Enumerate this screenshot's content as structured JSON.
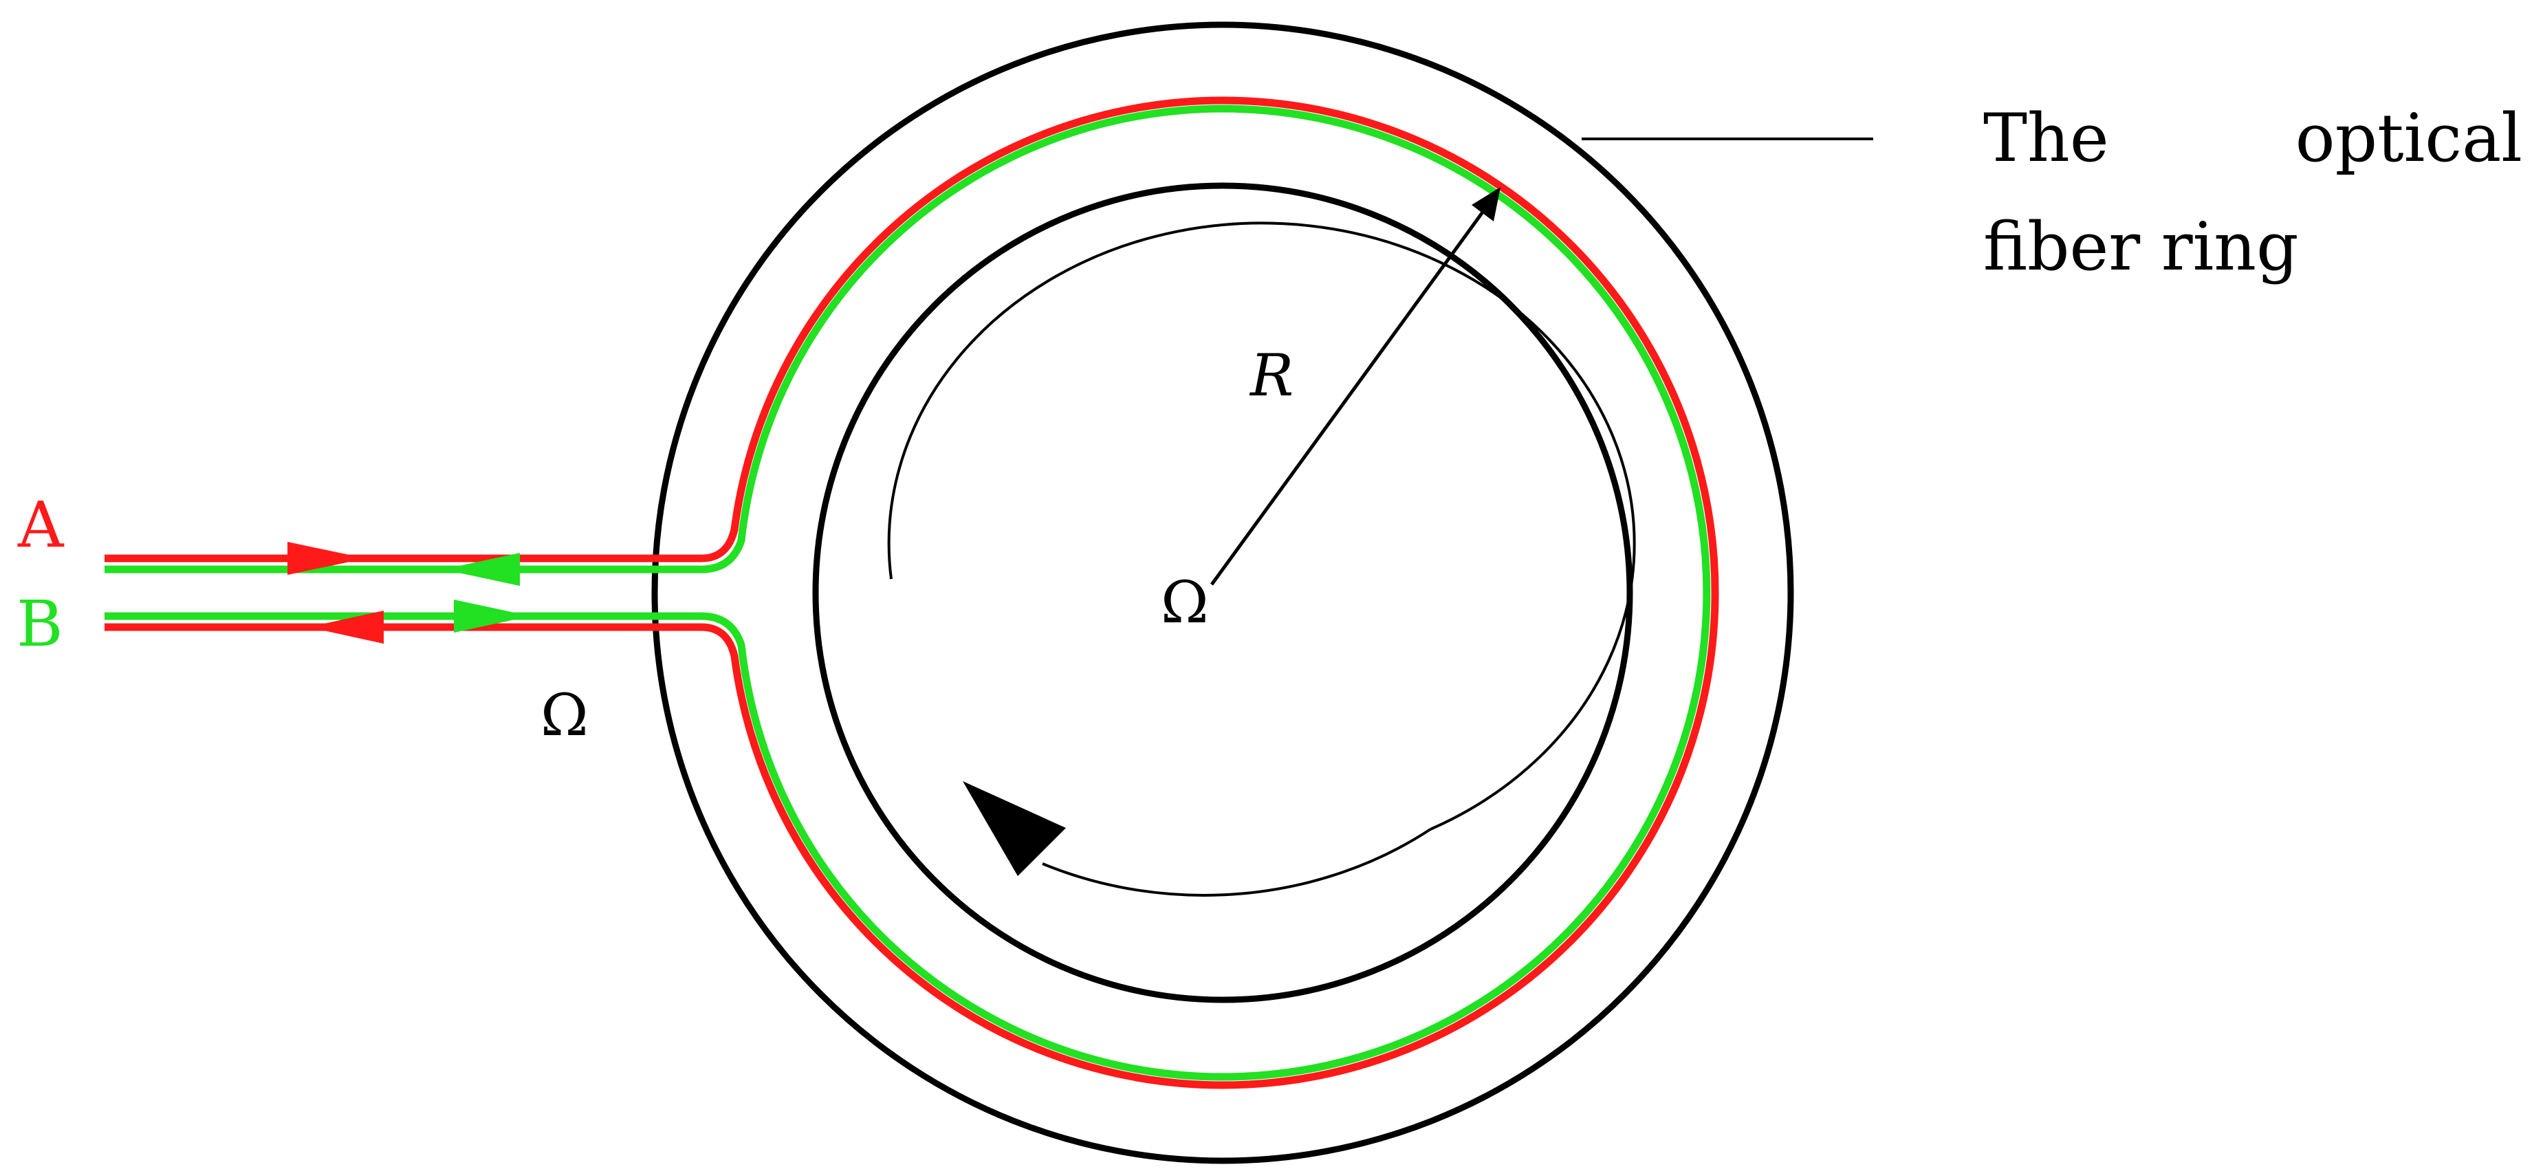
{
  "labels": {
    "beam_a": "A",
    "beam_b": "B",
    "omega_left": "Ω",
    "omega_center": "Ω",
    "radius": "R",
    "ring_callout": "The optical fiber ring"
  },
  "colors": {
    "beam_a": "#ff1a1a",
    "beam_b": "#22e022",
    "outline": "#000000",
    "background": "#ffffff"
  },
  "icons": {
    "beam_a_forward": "arrowhead-right",
    "beam_a_return": "arrowhead-left",
    "beam_b_forward": "arrowhead-right",
    "beam_b_return": "arrowhead-left",
    "rotation": "counterclockwise-rotation-arrow",
    "radius_arrow": "arrow-up-right"
  }
}
